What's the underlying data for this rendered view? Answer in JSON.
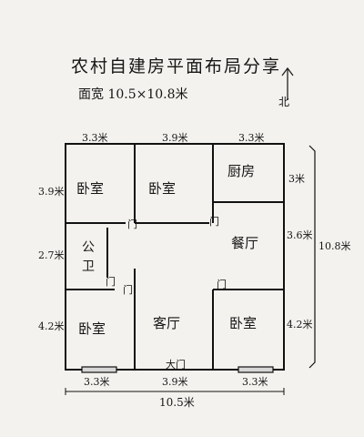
{
  "title": "农村自建房平面布局分享",
  "subtitle": "面宽 10.5×10.8米",
  "north": "北",
  "rooms": {
    "bedroom_top_left": "卧室",
    "bedroom_top_mid": "卧室",
    "kitchen": "厨房",
    "bathroom_line1": "公",
    "bathroom_line2": "卫",
    "dining": "餐厅",
    "bedroom_bottom_left": "卧室",
    "living": "客厅",
    "bedroom_bottom_right": "卧室"
  },
  "doors": {
    "door_top_left": "门",
    "door_dining": "门",
    "door_bath": "门",
    "door_living": "门",
    "door_right_bedroom": "门",
    "main_door": "大门"
  },
  "dimensions": {
    "top_left": "3.3米",
    "top_mid": "3.9米",
    "top_right": "3.3米",
    "left_top": "3.9米",
    "left_mid": "2.7米",
    "left_bottom": "4.2米",
    "right_top": "3米",
    "right_mid": "3.6米",
    "right_bottom": "4.2米",
    "right_total": "10.8米",
    "bottom_left": "3.3米",
    "bottom_mid": "3.9米",
    "bottom_right": "3.3米",
    "bottom_total": "10.5米"
  }
}
